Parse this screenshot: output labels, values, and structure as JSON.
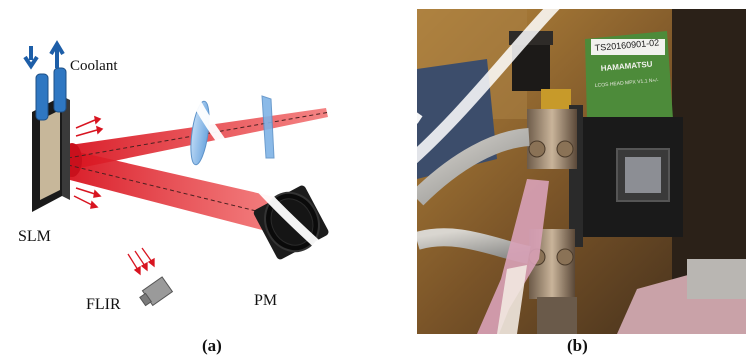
{
  "panel_a": {
    "coolant_label": "Coolant",
    "slm_label": "SLM",
    "flir_label": "FLIR",
    "pm_label": "PM",
    "caption": "(a)"
  },
  "panel_b": {
    "sticker_id": "TS20160901-02",
    "brand": "HAMAMATSU",
    "sticker_line": "LCOS HEAD MPX V1.1 N+/-",
    "caption": "(b)"
  },
  "colors": {
    "beam": "#e8202a",
    "slm_face": "#c7b79a",
    "coolant_tube": "#2f77c2",
    "optic_blue": "#9ec6ef",
    "pm_body": "#111111"
  }
}
